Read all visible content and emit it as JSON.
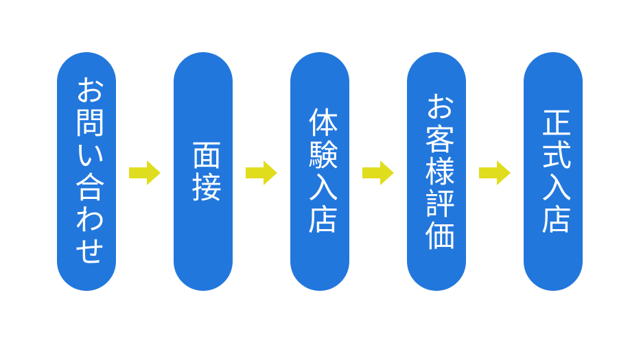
{
  "diagram": {
    "type": "flow",
    "direction": "left-to-right",
    "steps": [
      {
        "label": "お問い合わせ"
      },
      {
        "label": "面接"
      },
      {
        "label": "体験入店"
      },
      {
        "label": "お客様評価"
      },
      {
        "label": "正式入店"
      }
    ],
    "connector": "right-arrow",
    "colors": {
      "pill": "#2277DC",
      "arrow": "#E0DD1E",
      "text": "#FFFFFF",
      "background": "#FFFFFF"
    }
  }
}
